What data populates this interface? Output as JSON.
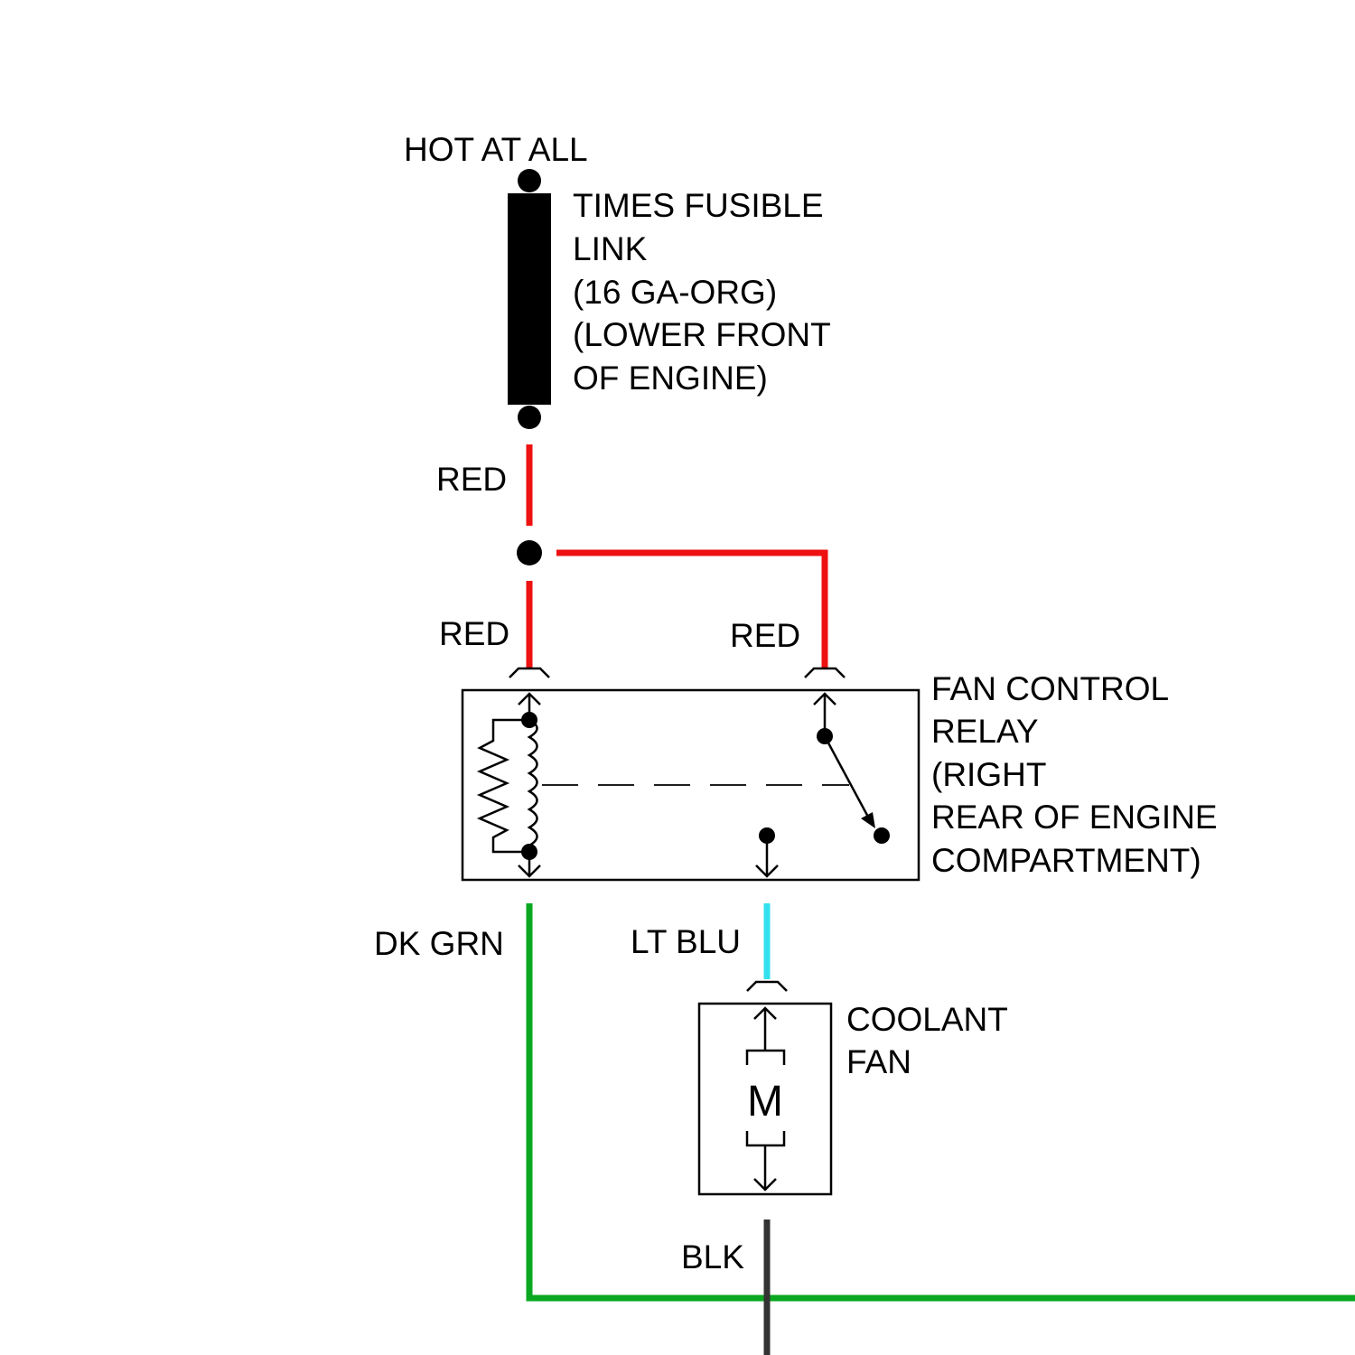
{
  "fusible_link": {
    "hot_label": "HOT AT ALL",
    "desc_lines": [
      "TIMES FUSIBLE",
      "LINK",
      "(16 GA-ORG)",
      "(LOWER FRONT",
      "OF ENGINE)"
    ]
  },
  "wires": {
    "red_top": "RED",
    "red_left": "RED",
    "red_right": "RED",
    "dk_grn": "DK GRN",
    "lt_blu": "LT BLU",
    "blk": "BLK"
  },
  "relay": {
    "desc_lines": [
      "FAN CONTROL",
      "RELAY",
      "(RIGHT",
      "REAR OF ENGINE",
      "COMPARTMENT)"
    ]
  },
  "coolant_fan": {
    "desc_lines": [
      "COOLANT",
      "FAN"
    ],
    "motor_symbol": "M"
  },
  "colors": {
    "red": "#ee1111",
    "green": "#0aa820",
    "light_blue": "#33e0ee",
    "black_wire": "#333333",
    "ink": "#000000"
  }
}
